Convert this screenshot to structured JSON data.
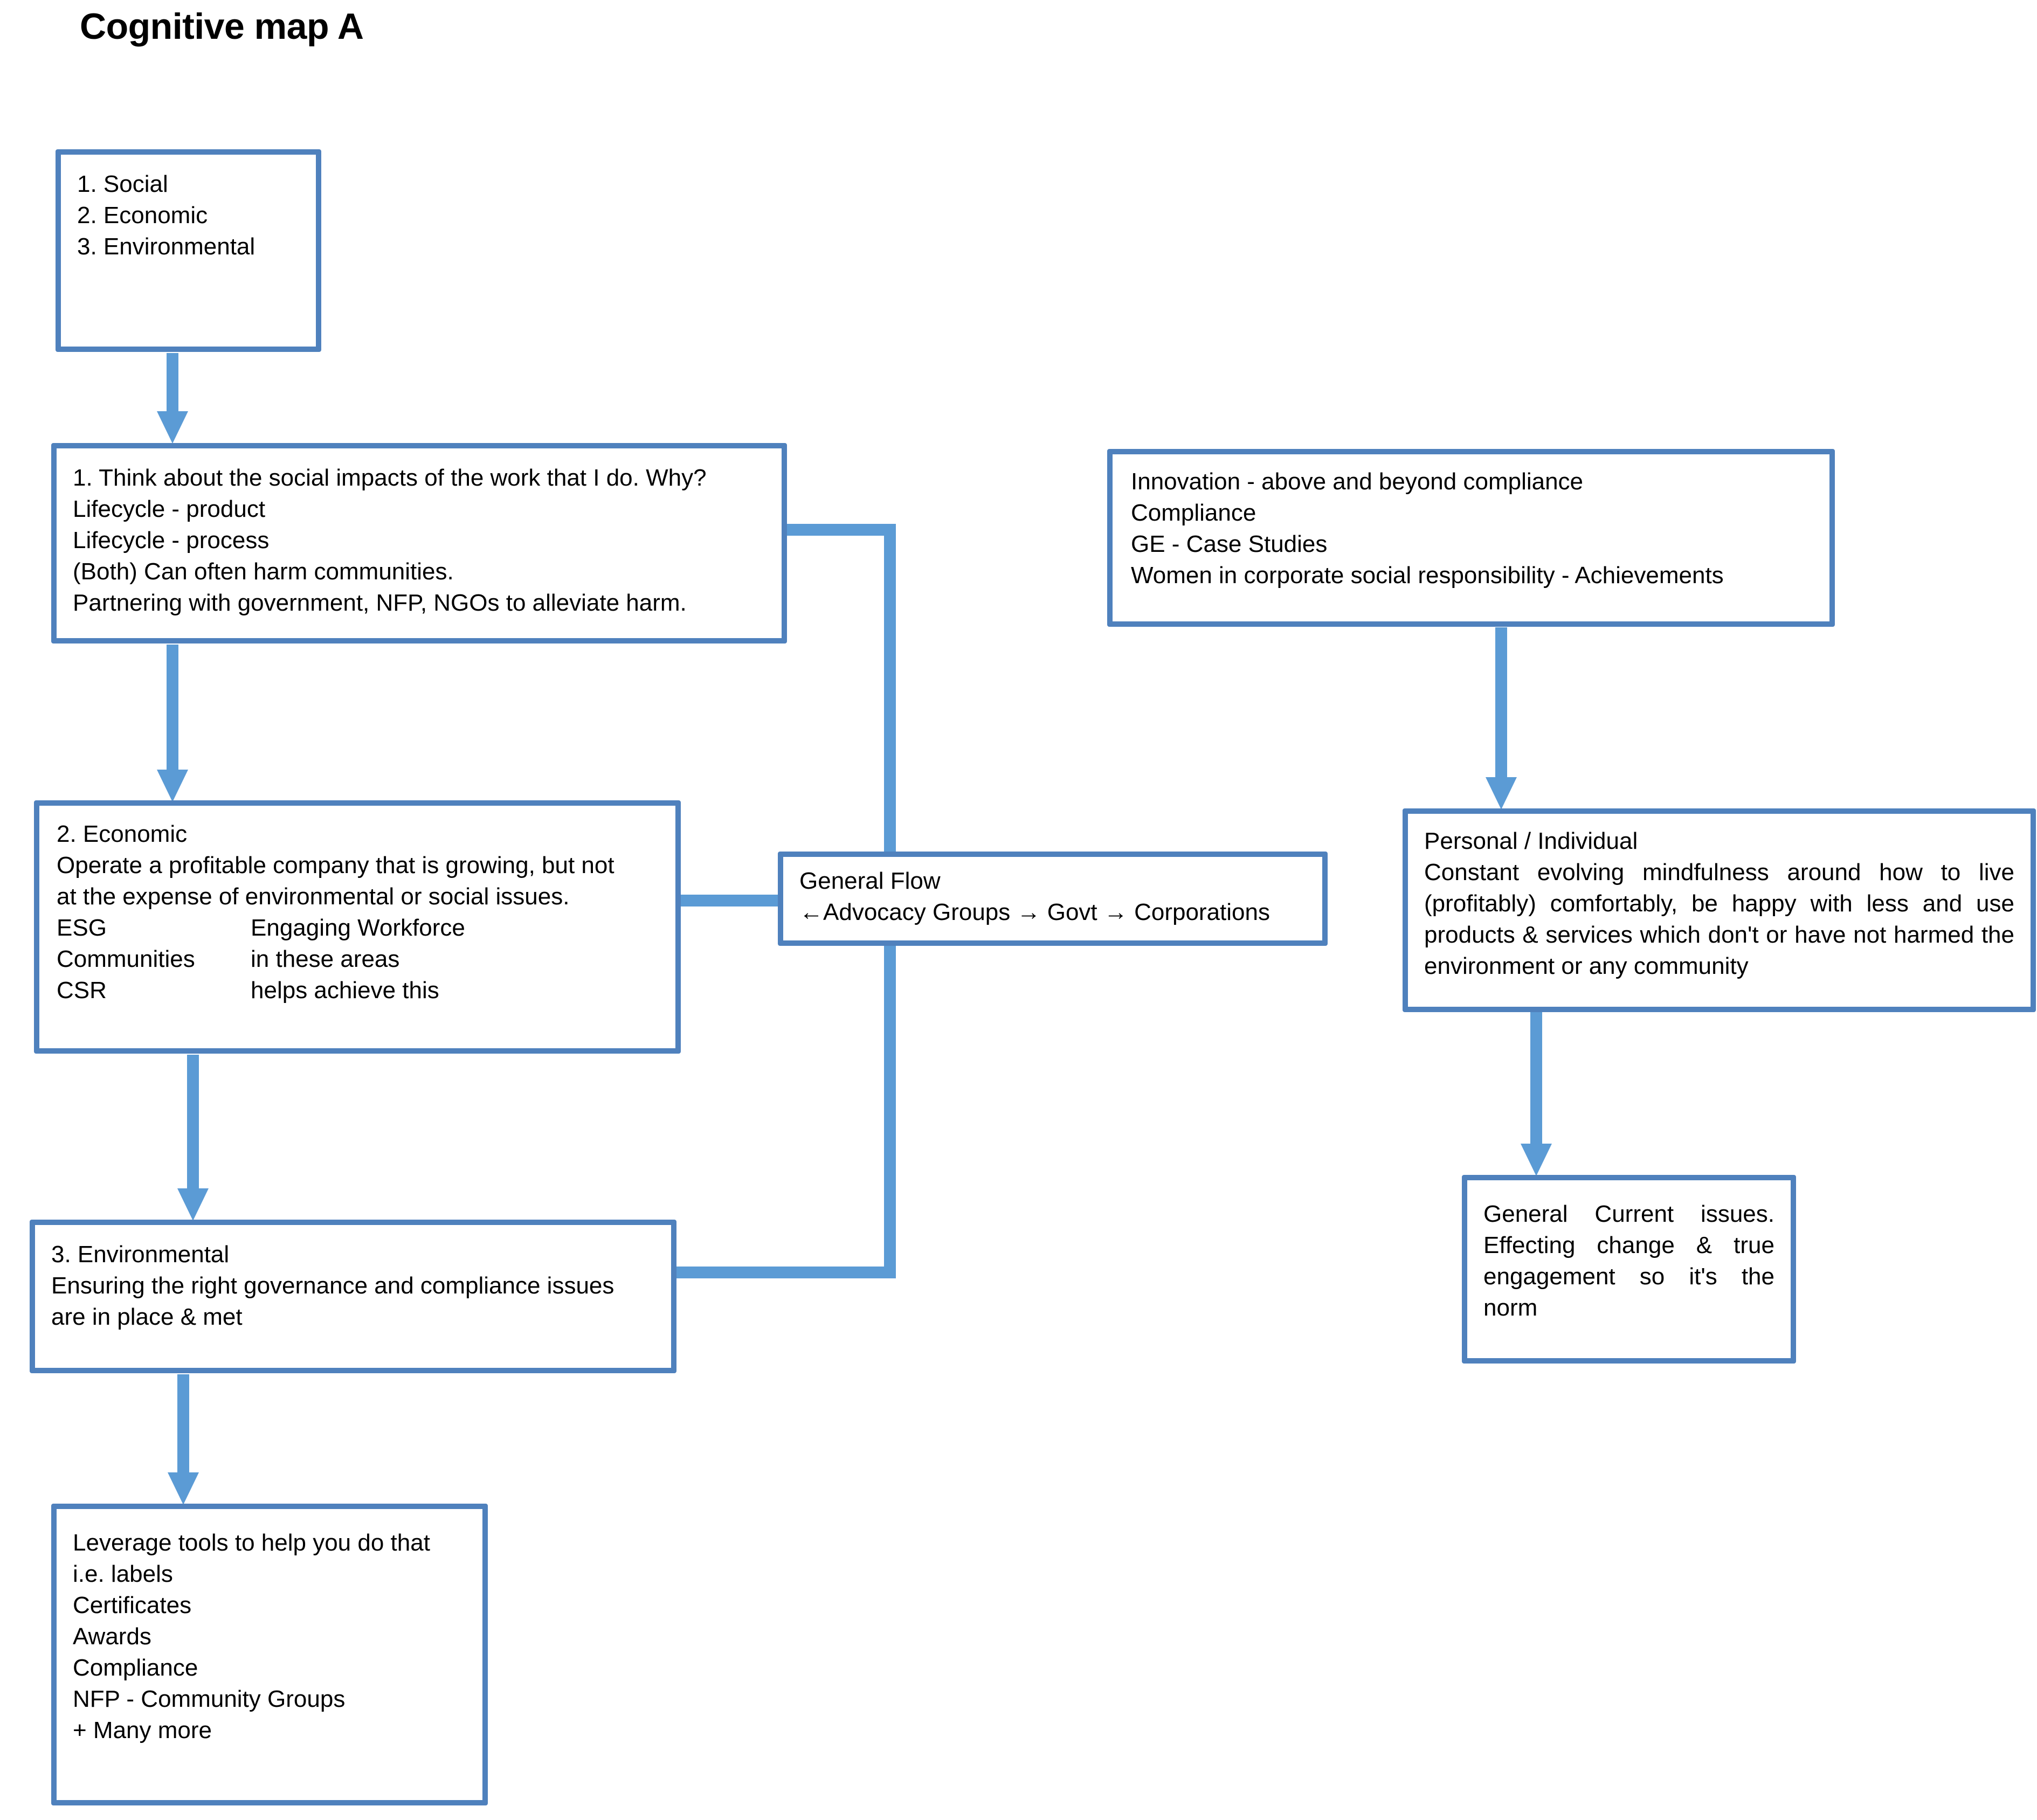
{
  "title": "Cognitive map A",
  "colors": {
    "box_border": "#4F81BD",
    "connector": "#5B9BD5",
    "box_fill": "#FFFFFF",
    "text": "#000000"
  },
  "nodes": {
    "pillars": {
      "name": "pillars-box",
      "lines": [
        "1. Social",
        "2. Economic",
        "3. Environmental"
      ]
    },
    "social": {
      "name": "social-impacts-box",
      "lines": [
        "1. Think about the social impacts of the work that I do. Why?",
        "Lifecycle - product",
        "Lifecycle - process",
        "(Both) Can often harm communities.",
        "Partnering with government, NFP, NGOs to alleviate harm."
      ]
    },
    "economic": {
      "name": "economic-box",
      "heading": "2. Economic",
      "body_line_1": "Operate a profitable company that is growing, but not",
      "body_line_2": "at the expense of environmental or social issues.",
      "rows": [
        {
          "left": "ESG",
          "right": "Engaging Workforce"
        },
        {
          "left": "Communities",
          "right": "in these areas"
        },
        {
          "left": "CSR",
          "right": "helps achieve this"
        }
      ]
    },
    "environmental": {
      "name": "environmental-box",
      "lines": [
        "3. Environmental",
        "Ensuring the right governance and compliance issues",
        "are in place & met"
      ]
    },
    "leverage": {
      "name": "leverage-tools-box",
      "lines": [
        "Leverage tools to help you do that",
        "i.e. labels",
        "Certificates",
        "Awards",
        "Compliance",
        "NFP - Community Groups",
        "+ Many more"
      ]
    },
    "general_flow": {
      "name": "general-flow-box",
      "lines": [
        "General Flow",
        "←Advocacy Groups → Govt → Corporations"
      ]
    },
    "innovation": {
      "name": "innovation-box",
      "lines": [
        "Innovation - above and beyond compliance",
        "Compliance",
        "GE - Case Studies",
        "Women in corporate social responsibility - Achievements"
      ]
    },
    "personal": {
      "name": "personal-individual-box",
      "heading": "Personal / Individual",
      "body": "Constant evolving mindfulness around how to live (profitably) comfortably, be happy with less and use products & services which don't or have not harmed the environment or any community"
    },
    "current_issues": {
      "name": "general-current-issues-box",
      "body": "General Current issues. Effecting change & true engagement so it's the norm"
    }
  },
  "connectors": [
    {
      "name": "arrow-pillars-to-social",
      "kind": "down-arrow"
    },
    {
      "name": "arrow-social-to-economic",
      "kind": "down-arrow"
    },
    {
      "name": "arrow-economic-to-environmental",
      "kind": "down-arrow"
    },
    {
      "name": "arrow-environmental-to-leverage",
      "kind": "down-arrow"
    },
    {
      "name": "arrow-innovation-to-personal",
      "kind": "down-arrow"
    },
    {
      "name": "arrow-personal-to-current-issues",
      "kind": "down-arrow"
    },
    {
      "name": "elbow-social-to-general-flow",
      "kind": "elbow-line"
    },
    {
      "name": "line-economic-to-general-flow",
      "kind": "straight-line"
    },
    {
      "name": "elbow-general-flow-to-environmental",
      "kind": "elbow-line"
    }
  ]
}
